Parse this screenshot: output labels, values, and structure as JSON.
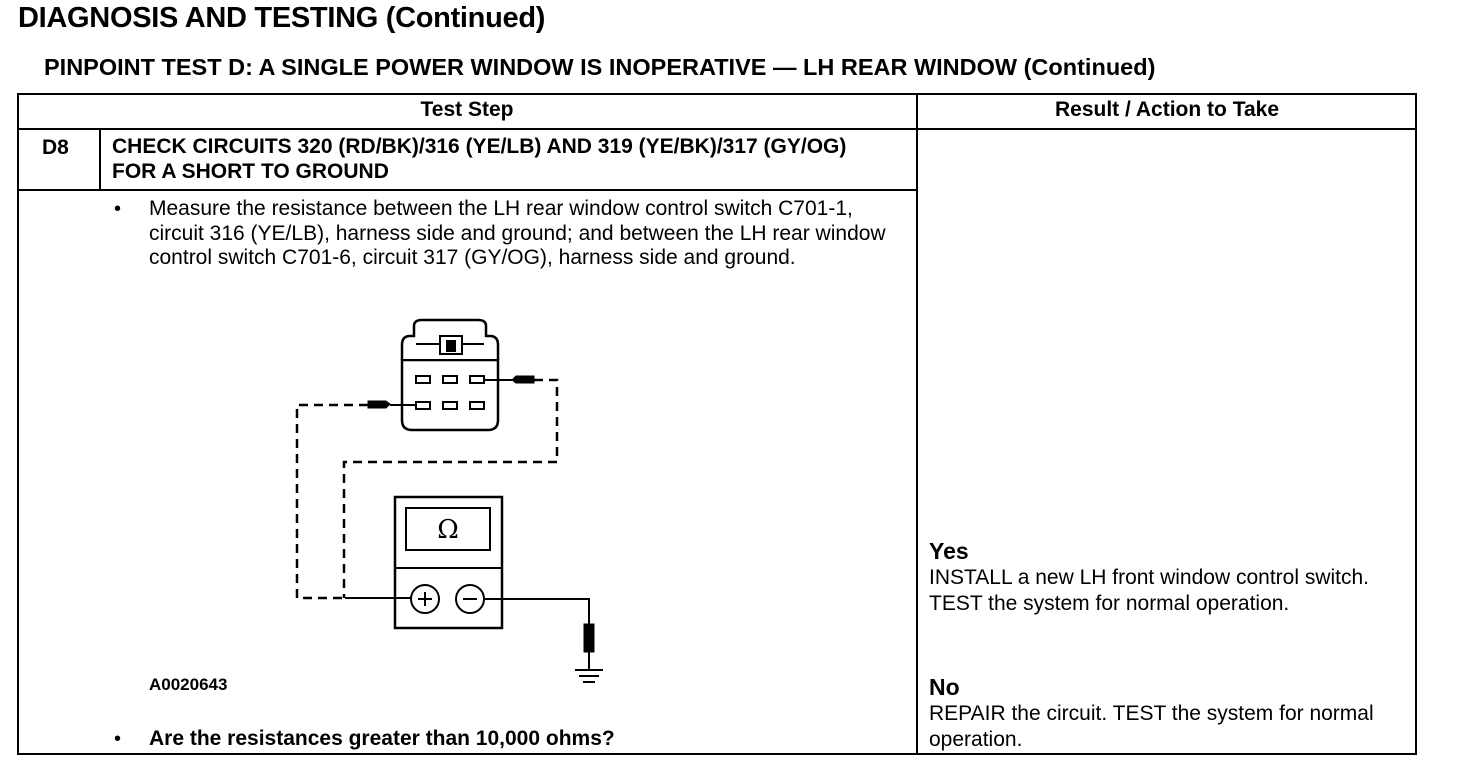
{
  "page": {
    "title": "DIAGNOSIS AND TESTING (Continued)",
    "subtitle": "PINPOINT TEST D: A SINGLE POWER WINDOW IS INOPERATIVE — LH REAR WINDOW (Continued)"
  },
  "table": {
    "headers": {
      "test_step": "Test Step",
      "result": "Result / Action to Take"
    },
    "step": {
      "id": "D8",
      "title": "CHECK CIRCUITS 320 (RD/BK)/316 (YE/LB) AND 319 (YE/BK)/317 (GY/OG) FOR A SHORT TO GROUND",
      "bullet_char": "•",
      "instruction": "Measure the resistance between the LH rear window control switch C701-1, circuit 316 (YE/LB), harness side and ground; and between the LH rear window control switch C701-6, circuit 317 (GY/OG), harness side and ground.",
      "figure_id": "A0020643",
      "meter_symbol": "Ω",
      "question": "Are the resistances greater than 10,000 ohms?"
    },
    "results": {
      "yes_label": "Yes",
      "yes_text": "INSTALL a new LH front window control switch. TEST the system for normal operation.",
      "no_label": "No",
      "no_text": "REPAIR the circuit. TEST the system for normal operation."
    }
  }
}
